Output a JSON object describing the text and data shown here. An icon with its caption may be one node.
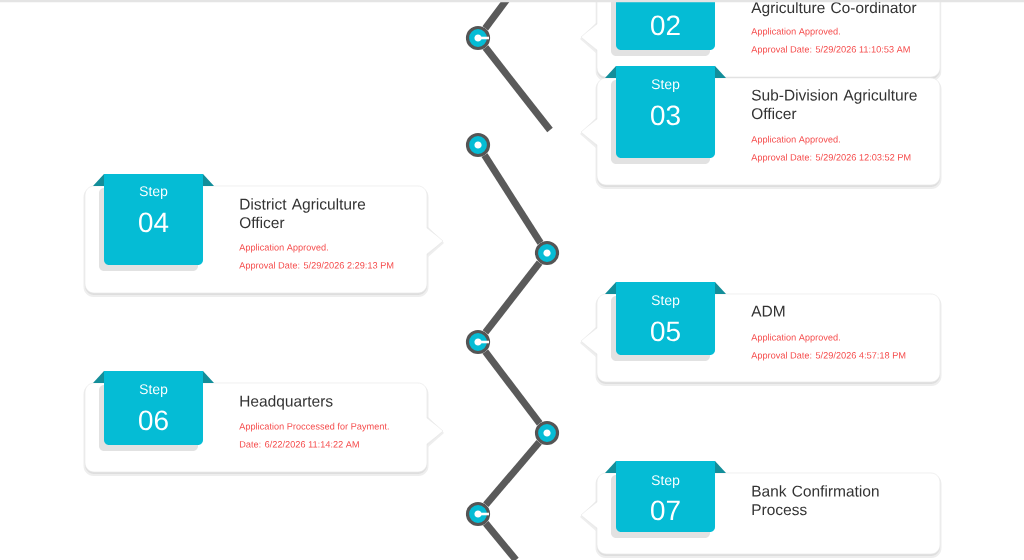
{
  "diagram": {
    "nodes": [
      {
        "text": [
          "02",
          "Agriculture Co-ordinator",
          "Application Approved.",
          "Approval Date: 5/29/2026 11:10:53 AM"
        ]
      },
      {
        "text": [],
        "shape": "circle"
      },
      {
        "text": [
          "Step",
          "03",
          "Sub-Division Agriculture Officer",
          "Application Approved.",
          "Approval Date: 5/29/2026 12:03:52 PM"
        ]
      },
      {
        "text": [],
        "shape": "circle"
      },
      {
        "text": [
          "Step",
          "04",
          "District Agriculture Officer",
          "Application Approved.",
          "Approval Date: 5/29/2026 2:29:13 PM"
        ]
      },
      {
        "text": [],
        "shape": "circle"
      },
      {
        "text": [
          "Step",
          "05",
          "ADM",
          "Application Approved.",
          "Approval Date: 5/29/2026 4:57:18 PM"
        ]
      },
      {
        "text": [],
        "shape": "circle"
      },
      {
        "text": [
          "Step",
          "06",
          "Headquarters",
          "Application Proccessed for Payment.",
          "Date: 6/22/2026 11:14:22 AM"
        ]
      },
      {
        "text": [],
        "shape": "circle"
      },
      {
        "text": [
          "Step",
          "07",
          "Bank Confirmation Process"
        ]
      },
      {
        "text": [],
        "shape": "circle"
      }
    ],
    "edges": [
      {
        "from": null,
        "to": 1,
        "arrow": "none"
      },
      {
        "from": 1,
        "to": null,
        "arrow": "none"
      },
      {
        "from": 3,
        "to": 5,
        "arrow": "none"
      },
      {
        "from": 5,
        "to": 7,
        "arrow": "none"
      },
      {
        "from": 7,
        "to": 9,
        "arrow": "none"
      },
      {
        "from": 9,
        "to": 11,
        "arrow": "none"
      },
      {
        "from": 11,
        "to": null,
        "arrow": "none"
      }
    ]
  }
}
